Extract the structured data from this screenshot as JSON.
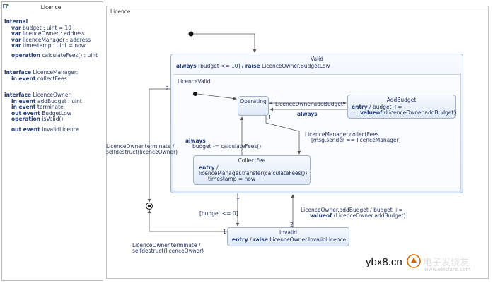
{
  "panel": {
    "title": "Licence",
    "internal": {
      "keyword": "internal",
      "vars": [
        {
          "kw": "var",
          "text": "budget : uint = 10"
        },
        {
          "kw": "var",
          "text": "licenceOwner : address"
        },
        {
          "kw": "var",
          "text": "licenceManager : address"
        },
        {
          "kw": "var",
          "text": "timestamp : uint = now"
        }
      ],
      "operation": {
        "kw": "operation",
        "text": "calculateFees() : uint"
      }
    },
    "manager": {
      "header_kw": "interface",
      "header": "LicenceManager:",
      "lines": [
        {
          "kw": "in event",
          "text": "collectFees"
        }
      ]
    },
    "owner": {
      "header_kw": "interface",
      "header": "LicenceOwner:",
      "lines": [
        {
          "kw": "in event",
          "text": "addBudget : uint"
        },
        {
          "kw": "in event",
          "text": "terminate"
        },
        {
          "kw": "out event",
          "text": "BudgetLow"
        },
        {
          "kw": "operation",
          "text": "isValid()"
        },
        {
          "kw": "out event",
          "text": "InvalidLicence"
        }
      ]
    }
  },
  "canvas": {
    "title": "Licence"
  },
  "states": {
    "valid": {
      "name": "Valid",
      "always_kw": "always",
      "always_text": "[budget <= 10] /",
      "raise_kw": "raise",
      "raise_text": "LicenceOwner.BudgetLow"
    },
    "region": {
      "name": "LicenceValid"
    },
    "operating": {
      "name": "Operating"
    },
    "addbudget": {
      "name": "AddBudget",
      "entry_kw": "entry",
      "entry_text": "/ budget +=",
      "valueof_kw": "valueof",
      "valueof_text": "(LicenceOwner.addBudget)"
    },
    "collectfee": {
      "name": "CollectFee",
      "entry_kw": "entry",
      "entry_text": "/",
      "line2": "licenceManager.transfer(calculateFees());",
      "line3": "timestamp = now"
    },
    "invalid": {
      "name": "Invalid",
      "entry_kw": "entry",
      "raise_kw": "raise",
      "text": "LicenceOwner.InvalidLicence"
    }
  },
  "transitions": {
    "op_to_add": "LicenceOwner.addBudget",
    "add_to_op_kw": "always",
    "always_kw": "always",
    "always_text": "budget -= calculateFees()",
    "collect_label": "LicenceManager.collectFees",
    "collect_guard": "[msg.sender == licenceManager]",
    "terminate_left": "LicenceOwner.terminate /",
    "terminate_left2": "selfdestruct(licenceOwner)",
    "budget_guard": "[budget <= 0]",
    "addbudget_label": "LicenceOwner.addBudget / budget +=",
    "addbudget_valueof_kw": "valueof",
    "addbudget_valueof_text": "(LicenceOwner.addBudget)",
    "terminate_bottom": "LicenceOwner.terminate /",
    "terminate_bottom2": "selfdestruct(licenceOwner)",
    "prio_2a": "2",
    "prio_1a": "1",
    "prio_2b": "2",
    "prio_1b": "1",
    "prio_2c": "2",
    "prio_1c": "1"
  },
  "watermark": {
    "left": "ybx8.cn",
    "right_cn": "电子发烧友",
    "right_url": "www.elecfans.com"
  },
  "colors": {
    "state_border": "#9fb3cf",
    "text": "#1f2f5a",
    "keyword": "#213c7a",
    "arrow": "#555555"
  }
}
